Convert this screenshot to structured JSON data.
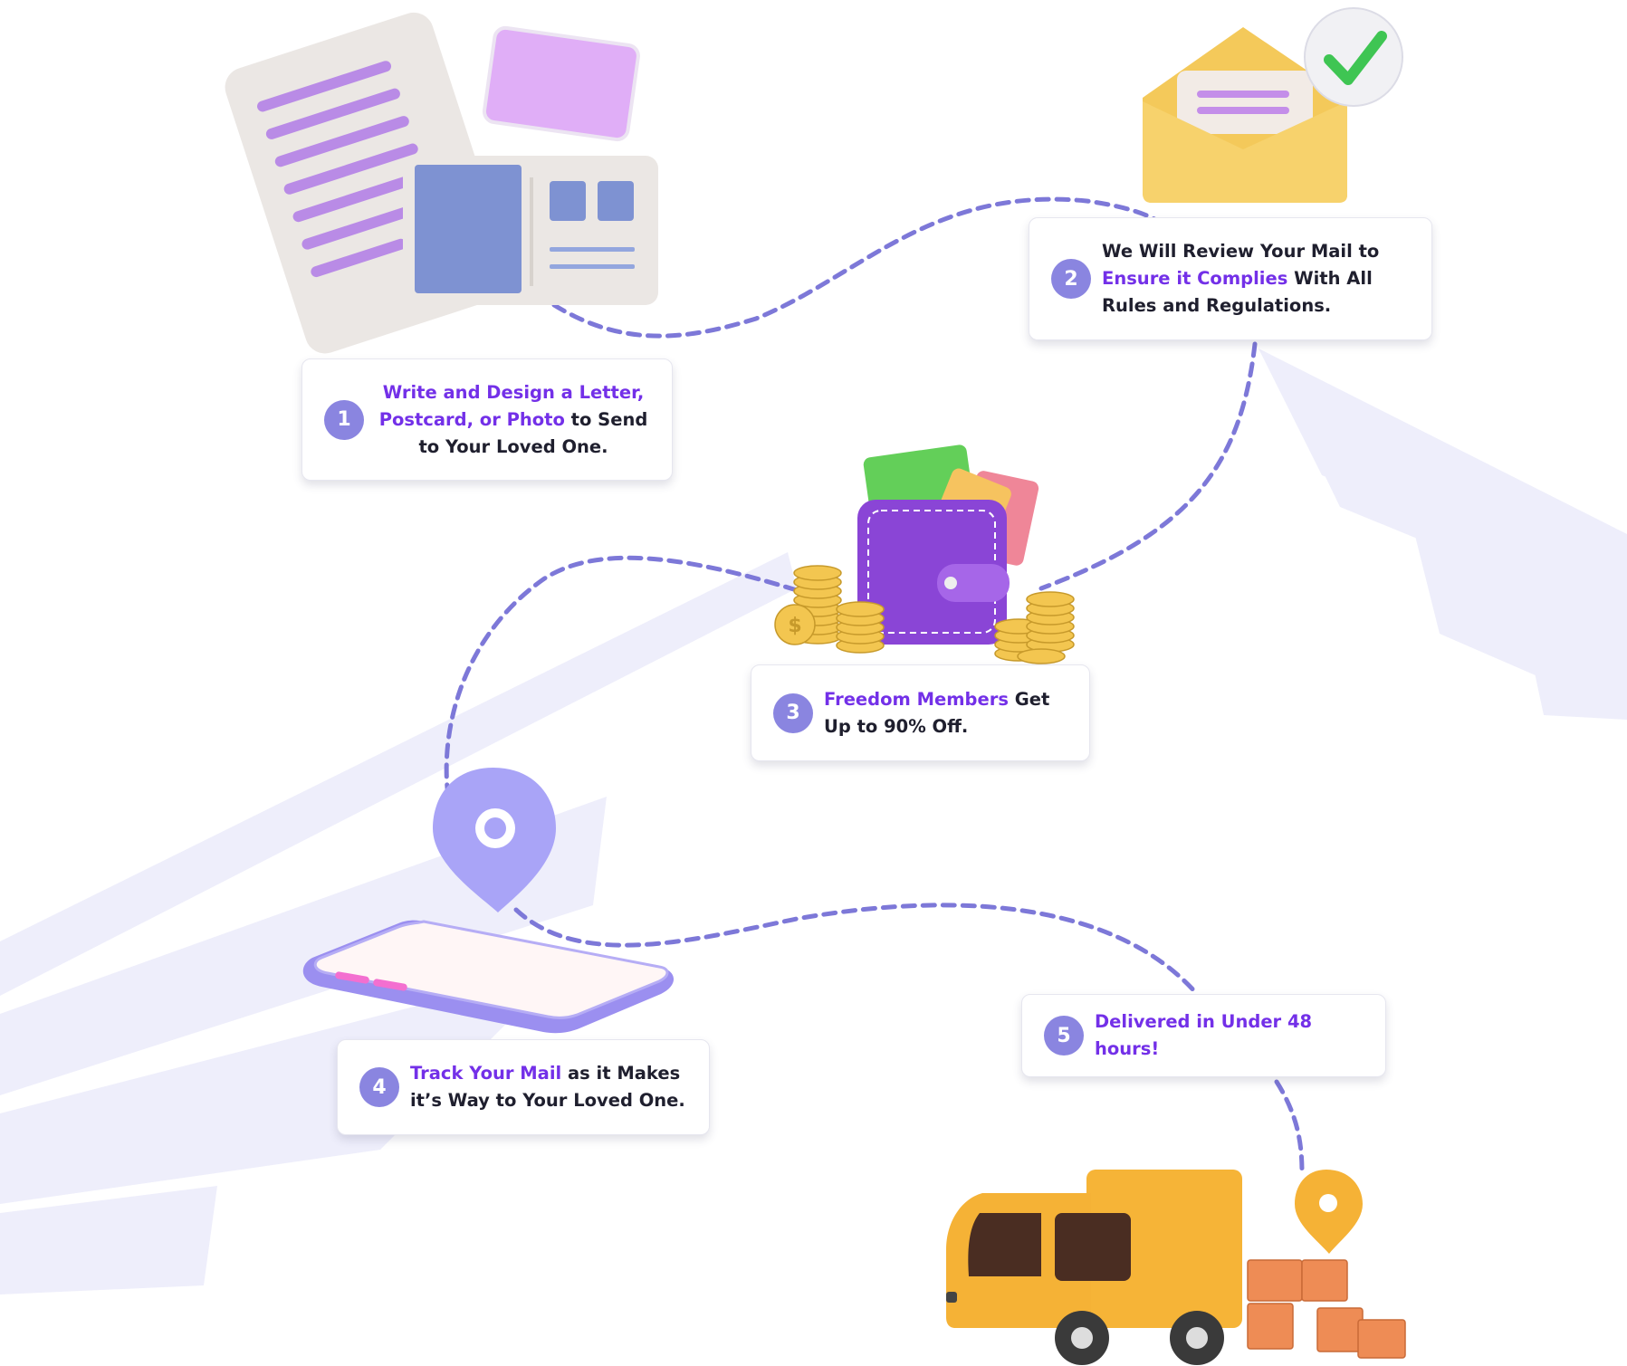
{
  "colors": {
    "highlight": "#7330e8",
    "text": "#1f1f2e",
    "badge": "#8a85e0",
    "path": "#7d78d8",
    "background_stripes": "#eeeefb"
  },
  "steps": [
    {
      "number": "1",
      "highlight": "Write and Design a Letter, Postcard, or Photo",
      "rest": " to Send to Your Loved One.",
      "icon": "letter-and-postcard-icon"
    },
    {
      "number": "2",
      "pre": "We Will Review Your Mail to ",
      "highlight": "Ensure it Complies",
      "rest": " With All Rules and Regulations.",
      "icon": "envelope-check-icon"
    },
    {
      "number": "3",
      "highlight": "Freedom Members",
      "rest": " Get Up to 90% Off.",
      "icon": "wallet-coins-icon"
    },
    {
      "number": "4",
      "highlight": "Track Your Mail",
      "rest": " as it  Makes it’s Way to Your Loved One.",
      "icon": "phone-location-pin-icon"
    },
    {
      "number": "5",
      "highlight": "Delivered in Under 48 hours!",
      "rest": "",
      "icon": "delivery-truck-icon"
    }
  ]
}
